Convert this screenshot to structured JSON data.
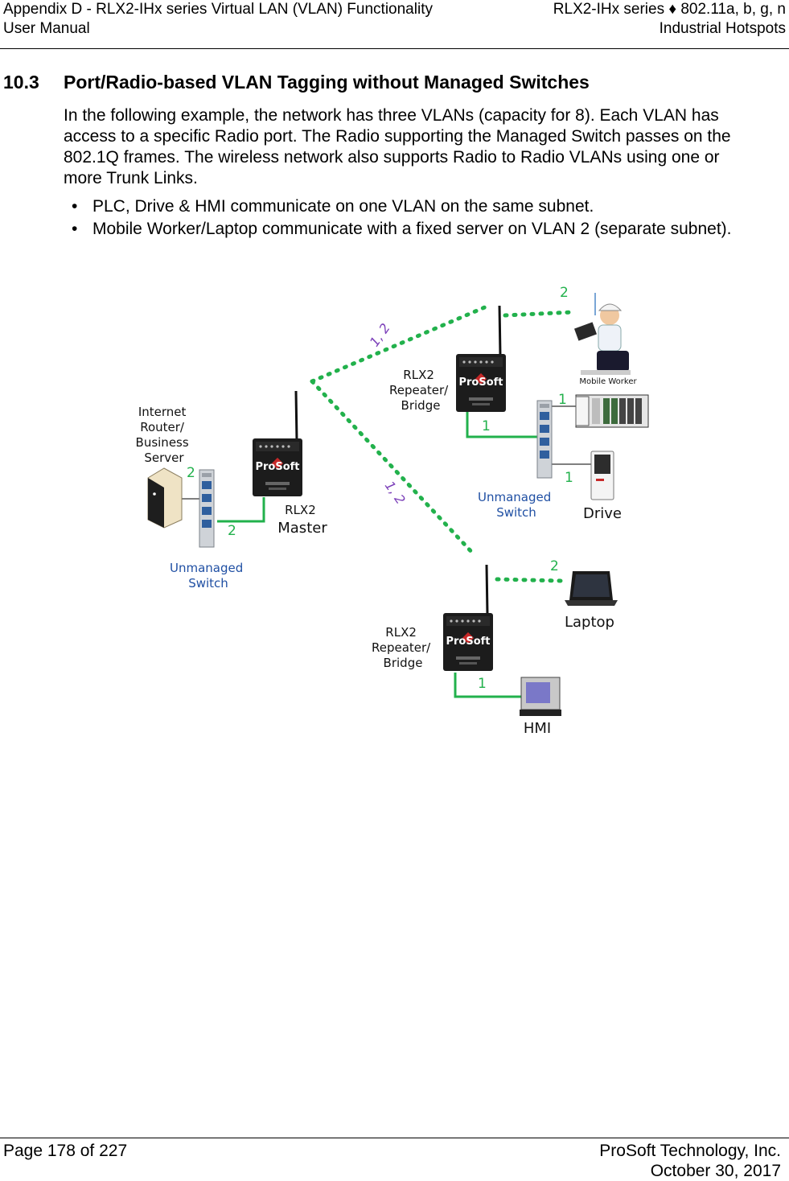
{
  "header": {
    "left_line1": "Appendix D - RLX2-IHx series Virtual LAN (VLAN) Functionality",
    "left_line2": "User Manual",
    "right_line1": "RLX2-IHx series ♦ 802.11a, b, g, n",
    "right_line2": "Industrial Hotspots"
  },
  "section": {
    "number": "10.3",
    "title": "Port/Radio-based VLAN Tagging without Managed Switches",
    "intro": "In the following example, the network has three VLANs (capacity for 8). Each VLAN has access to a specific Radio port. The Radio supporting the Managed Switch passes on the 802.1Q frames. The wireless network also supports Radio to Radio VLANs using one or more Trunk Links.",
    "bullets": [
      "PLC, Drive & HMI communicate on one VLAN on the same subnet.",
      "Mobile Worker/Laptop communicate with a fixed server on VLAN 2 (separate subnet)."
    ]
  },
  "diagram": {
    "server_label": [
      "Internet",
      "Router/",
      "Business",
      "Server"
    ],
    "switch_left_label": [
      "Unmanaged",
      "Switch"
    ],
    "master_label": [
      "RLX2",
      "Master"
    ],
    "repeater_top_label": [
      "RLX2",
      "Repeater/",
      "Bridge"
    ],
    "repeater_bottom_label": [
      "RLX2",
      "Repeater/",
      "Bridge"
    ],
    "switch_right_label": [
      "Unmanaged",
      "Switch"
    ],
    "brand": "ProSoft",
    "mobile_worker_label": "Mobile Worker",
    "drive_label": "Drive",
    "laptop_label": "Laptop",
    "hmi_label": "HMI",
    "trunk_top_label": "1, 2",
    "trunk_bottom_label": "1, 2",
    "port_server": "2",
    "port_master": "2",
    "port_mobile": "2",
    "port_plc": "1",
    "port_repeater_top": "1",
    "port_drive": "1",
    "port_laptop": "2",
    "port_hmi": "1",
    "colors": {
      "link_green": "#22b14c",
      "trunk_purple": "#7a3db8",
      "switch_label_blue": "#1f4fa3"
    }
  },
  "footer": {
    "page": "Page 178 of 227",
    "company": "ProSoft Technology, Inc.",
    "date": "October 30, 2017"
  }
}
